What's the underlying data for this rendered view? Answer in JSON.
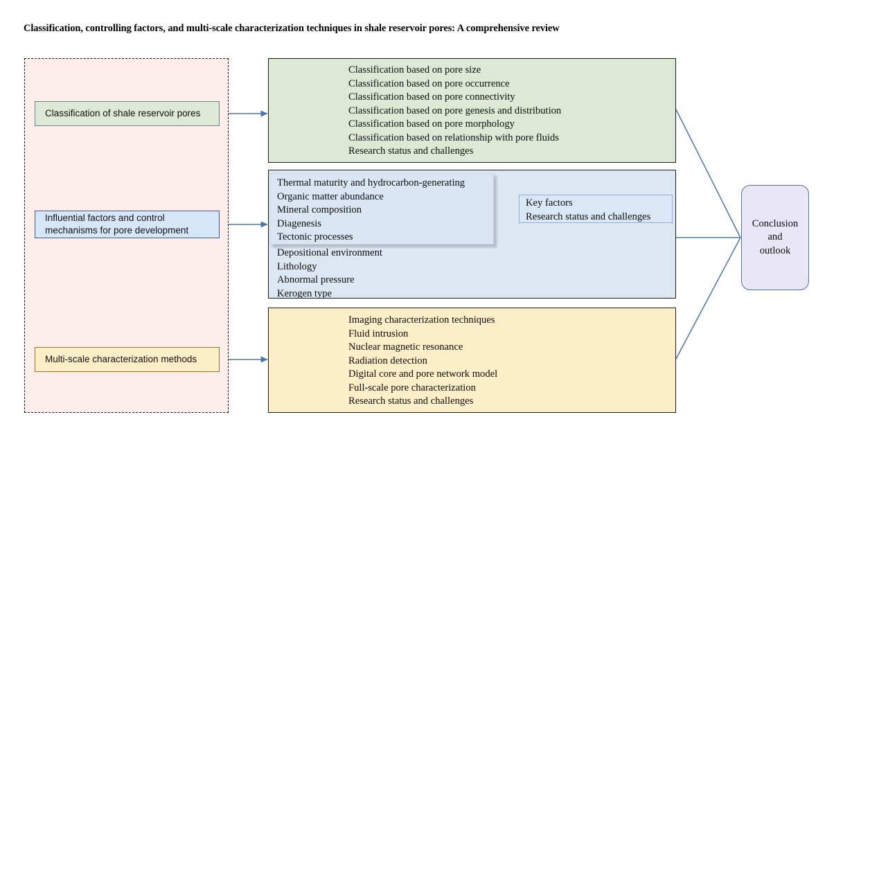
{
  "title": "Classification, controlling factors, and multi-scale characterization techniques in shale reservoir pores: A comprehensive review",
  "left_column": {
    "boxes": [
      {
        "label": "Classification of shale reservoir pores",
        "color": "#dde9d5"
      },
      {
        "label": "Influential factors and control mechanisms for pore development",
        "color": "#d7e6f7"
      },
      {
        "label": "Multi-scale characterization methods",
        "color": "#fceec6"
      }
    ],
    "arrow_icon": "down-arrow-icon",
    "container_color": "#fdeeec"
  },
  "panels": {
    "classification": {
      "color": "#dde9d5",
      "items": [
        "Classification based on pore size",
        "Classification based on pore occurrence",
        "Classification based on pore connectivity",
        "Classification based on pore genesis and distribution",
        "Classification based on pore morphology",
        "Classification based on relationship with pore fluids",
        "Research status and challenges"
      ]
    },
    "influential_factors": {
      "color": "#dde7f2",
      "inner_items": [
        "Thermal maturity and hydrocarbon-generating",
        "Organic matter abundance",
        "Mineral composition",
        "Diagenesis",
        "Tectonic processes"
      ],
      "outer_items": [
        "Depositional environment",
        "Lithology",
        "Abnormal pressure",
        "Kerogen type"
      ],
      "arrow_icon": "right-arrow-icon",
      "key_factors_box": {
        "color": "#dae7f6",
        "items": [
          "Key factors",
          "Research status and challenges"
        ]
      }
    },
    "characterization": {
      "color": "#fceec6",
      "items": [
        "Imaging characterization techniques",
        "Fluid intrusion",
        "Nuclear magnetic resonance",
        "Radiation detection",
        "Digital core and pore network model",
        "Full-scale pore characterization",
        "Research status and challenges"
      ]
    }
  },
  "conclusion": {
    "lines": [
      "Conclusion",
      "and",
      "outlook"
    ],
    "color": "#e9e6f5"
  },
  "colors": {
    "connector_line": "#4e76ad",
    "block_arrow_fill": "#4472c4",
    "block_arrow_stroke": "#2f528f",
    "dashed_border": "#111111"
  }
}
